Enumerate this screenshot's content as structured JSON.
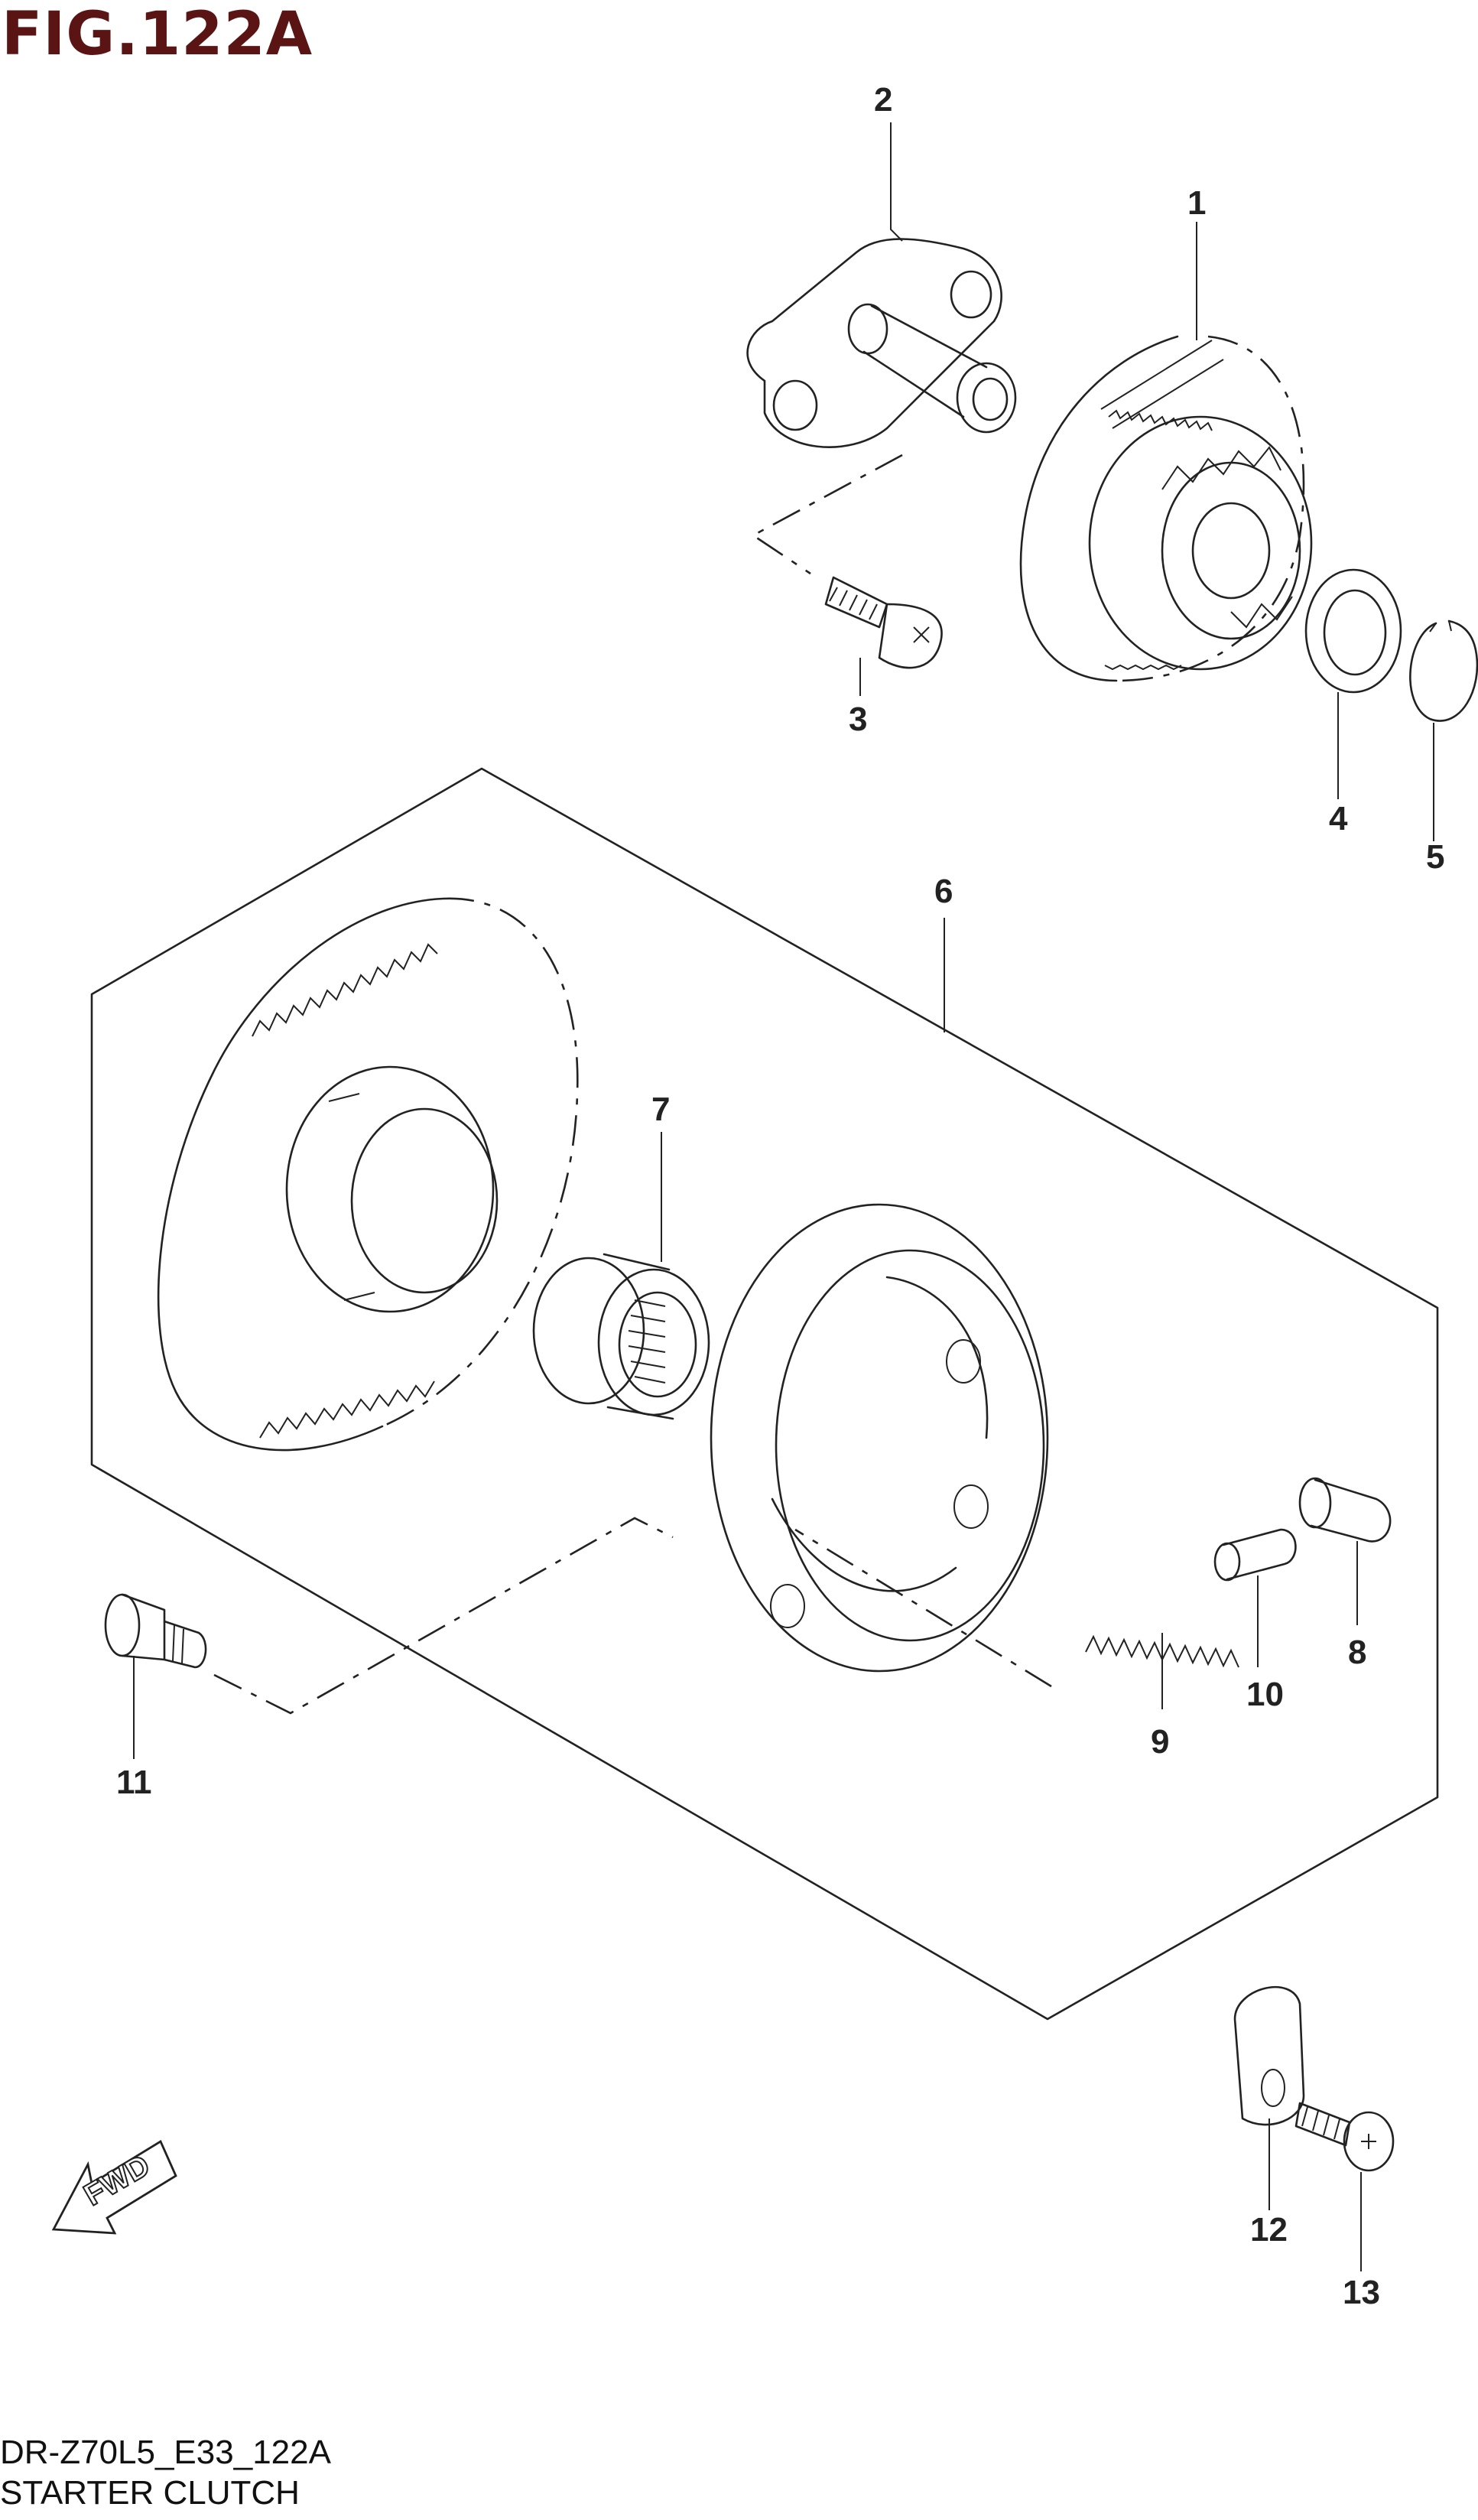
{
  "figure": {
    "title": "FIG.122A"
  },
  "footer": {
    "code": "DR-Z70L5_E33_122A",
    "name": "STARTER CLUTCH"
  },
  "fwd_label": "FWD",
  "callouts": [
    "1",
    "2",
    "3",
    "4",
    "5",
    "6",
    "7",
    "8",
    "9",
    "10",
    "11",
    "12",
    "13"
  ]
}
